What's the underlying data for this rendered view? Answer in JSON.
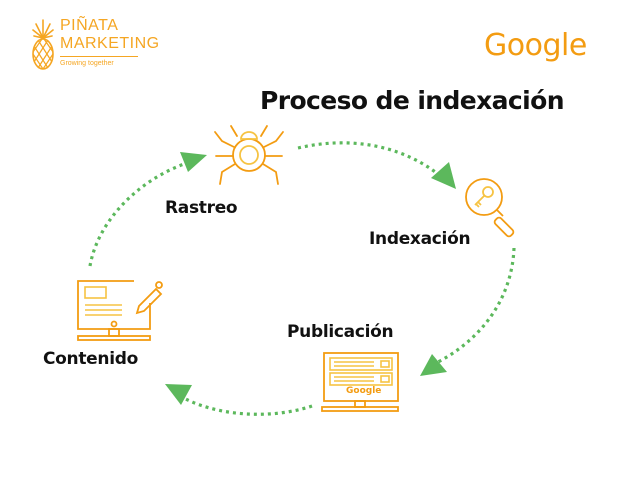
{
  "brand": {
    "name_line1": "PIÑATA",
    "name_line2": "MARKETING",
    "tagline": "Growing together"
  },
  "google_logo": "Google",
  "title": "Proceso de indexación",
  "colors": {
    "accent_orange": "#f39c12",
    "icon_yellow": "#f6c343",
    "arrow_green": "#5cb85c",
    "text": "#111111"
  },
  "steps": [
    {
      "label": "Rastreo",
      "icon": "spider-icon"
    },
    {
      "label": "Indexación",
      "icon": "magnifier-key-icon"
    },
    {
      "label": "Publicación",
      "icon": "monitor-search-results-icon",
      "screen_text": "Google"
    },
    {
      "label": "Contenido",
      "icon": "monitor-edit-icon"
    }
  ],
  "flow": [
    "Contenido",
    "Rastreo",
    "Indexación",
    "Publicación",
    "Contenido"
  ]
}
